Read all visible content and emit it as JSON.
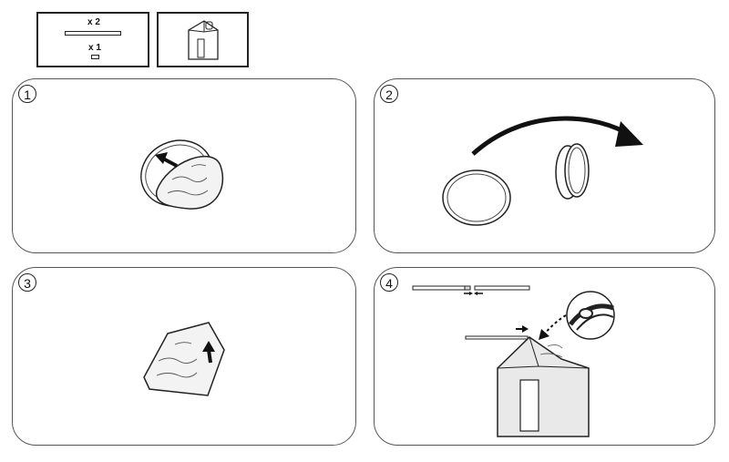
{
  "parts": {
    "rod_qty": "x 2",
    "connector_qty": "x 1"
  },
  "steps": [
    {
      "number": "1"
    },
    {
      "number": "2"
    },
    {
      "number": "3"
    },
    {
      "number": "4"
    }
  ]
}
